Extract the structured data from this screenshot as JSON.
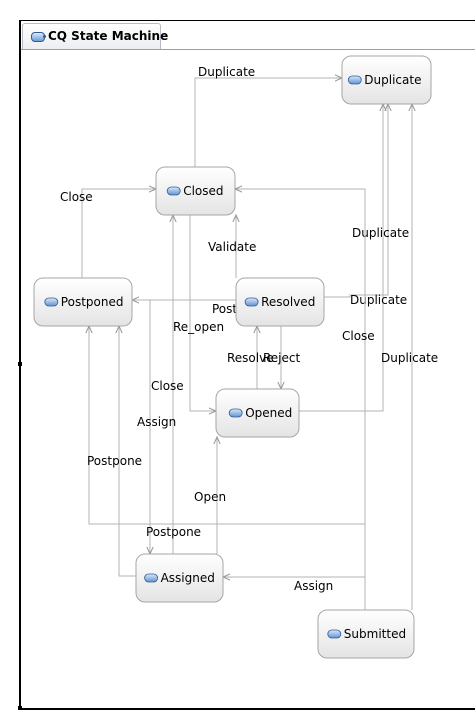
{
  "editor_tab": {
    "title": "CQ State Machine",
    "icon": "state-machine-icon"
  },
  "states": [
    {
      "id": "duplicate",
      "label": "Duplicate"
    },
    {
      "id": "closed",
      "label": "Closed"
    },
    {
      "id": "postponed",
      "label": "Postponed"
    },
    {
      "id": "resolved",
      "label": "Resolved"
    },
    {
      "id": "opened",
      "label": "Opened"
    },
    {
      "id": "assigned",
      "label": "Assigned"
    },
    {
      "id": "submitted",
      "label": "Submitted"
    }
  ],
  "transitions": [
    {
      "id": "closed-duplicate",
      "from": "closed",
      "to": "duplicate",
      "label": "Duplicate"
    },
    {
      "id": "postponed-closed",
      "from": "postponed",
      "to": "closed",
      "label": "Close"
    },
    {
      "id": "resolved-closed",
      "from": "resolved",
      "to": "closed",
      "label": "Validate"
    },
    {
      "id": "resolved-duplicate",
      "from": "resolved",
      "to": "duplicate",
      "label": "Duplicate"
    },
    {
      "id": "resolved-postponed",
      "from": "resolved",
      "to": "postponed",
      "label": "Postpone"
    },
    {
      "id": "closed-opened",
      "from": "closed",
      "to": "opened",
      "label": "Re_open"
    },
    {
      "id": "opened-resolved",
      "from": "opened",
      "to": "resolved",
      "label": "Resolve"
    },
    {
      "id": "resolved-opened",
      "from": "resolved",
      "to": "opened",
      "label": "Reject"
    },
    {
      "id": "opened-duplicate",
      "from": "opened",
      "to": "duplicate",
      "label": "Duplicate"
    },
    {
      "id": "submitted-closed",
      "from": "submitted",
      "to": "closed",
      "label": "Close"
    },
    {
      "id": "submitted-duplicate",
      "from": "submitted",
      "to": "duplicate",
      "label": "Duplicate"
    },
    {
      "id": "assigned-closed",
      "from": "assigned",
      "to": "closed",
      "label": "Close"
    },
    {
      "id": "postponed-assigned",
      "from": "postponed",
      "to": "assigned",
      "label": "Assign"
    },
    {
      "id": "assigned-postponed",
      "from": "assigned",
      "to": "postponed",
      "label": "Postpone"
    },
    {
      "id": "submitted-postponed",
      "from": "submitted",
      "to": "postponed",
      "label": "Postpone"
    },
    {
      "id": "assigned-opened",
      "from": "assigned",
      "to": "opened",
      "label": "Open"
    },
    {
      "id": "submitted-assigned",
      "from": "submitted",
      "to": "assigned",
      "label": "Assign"
    }
  ]
}
